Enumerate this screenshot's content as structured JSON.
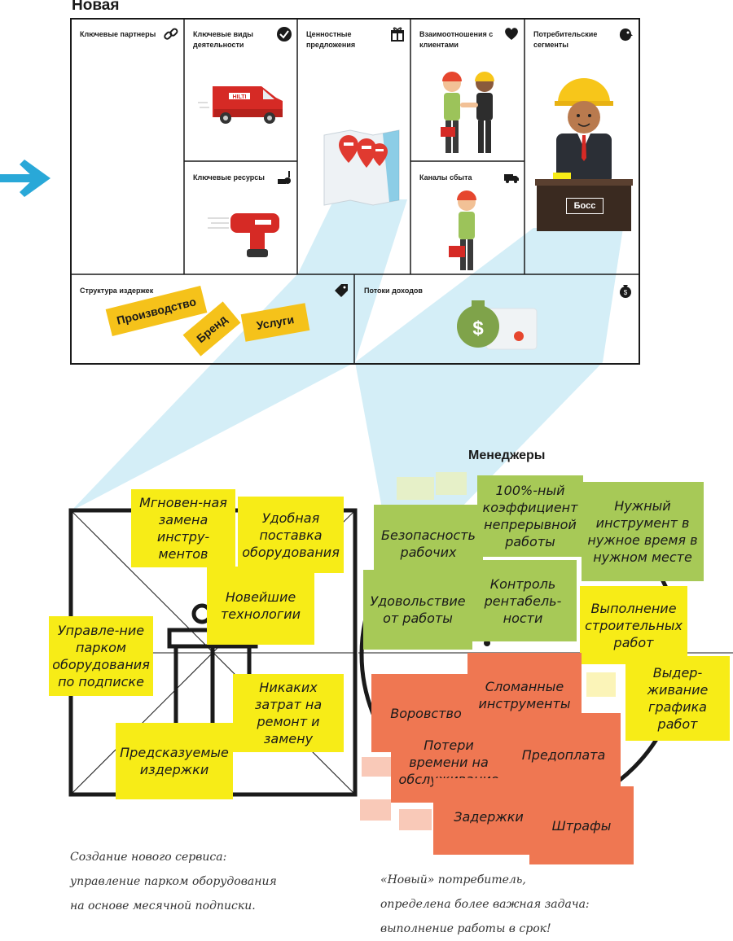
{
  "canvas": {
    "title": "Новая",
    "cells": {
      "key_partners": "Ключевые партнеры",
      "key_activities": "Ключевые виды деятельности",
      "value_propositions": "Ценностные предложения",
      "customer_relationships": "Взаимоотношения с клиентами",
      "customer_segments": "Потребительские сегменты",
      "key_resources": "Ключевые ресурсы",
      "channels": "Каналы сбыта",
      "cost_structure": "Структура издержек",
      "revenue_streams": "Потоки доходов"
    },
    "boss_sign": "Босс",
    "van_logo": "HILTI",
    "cost_tags": [
      "Производство",
      "Бренд",
      "Услуги"
    ]
  },
  "value_notes": [
    "Мгновен-ная замена инстру-ментов",
    "Удобная поставка оборудования",
    "Новейшие технологии",
    "Управле-ние парком оборудования по подписке",
    "Никаких затрат на ремонт и замену",
    "Предсказуемые издержки"
  ],
  "segment": {
    "title": "Менеджеры",
    "green_notes": [
      "Безопасность рабочих",
      "100%-ный коэффициент непрерывной работы",
      "Нужный инструмент в нужное время в нужном месте",
      "Удовольствие от работы",
      "Контроль рентабель-ности"
    ],
    "yellow_notes": [
      "Выполнение строительных работ",
      "Выдер-живание графика работ"
    ],
    "red_notes": [
      "Воровство",
      "Сломанные инструменты",
      "Потери времени на обслуживание",
      "Предоплата",
      "Задержки",
      "Штрафы"
    ]
  },
  "captions": {
    "left": [
      "Создание нового сервиса:",
      "управление парком оборудования",
      "на основе месячной подписки."
    ],
    "right": [
      "«Новый» потребитель,",
      "определена более важная задача:",
      "выполнение работы в срок!"
    ]
  },
  "colors": {
    "yellow": "#f7ec17",
    "green": "#a7c957",
    "red": "#ef7752",
    "arrow": "#29a8d8",
    "beam": "#cdebf6"
  }
}
